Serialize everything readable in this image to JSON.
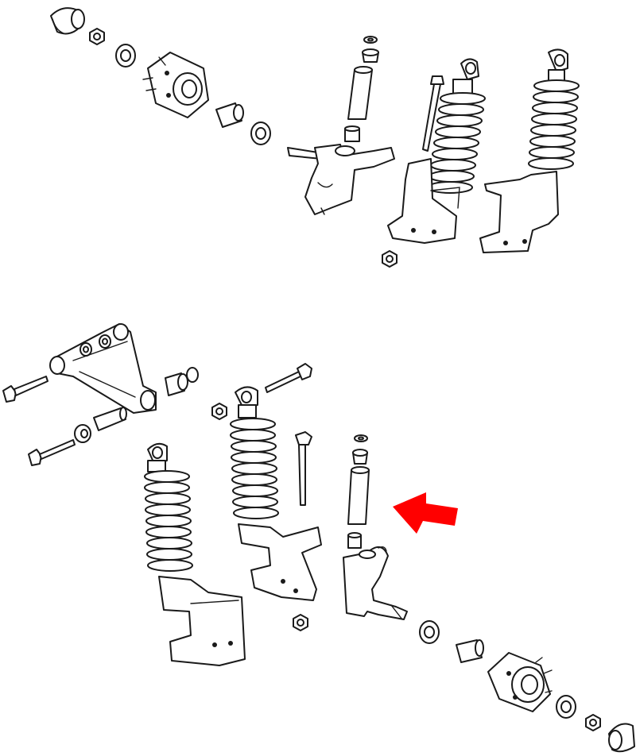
{
  "diagram": {
    "style": "exploded-view line drawing",
    "background": "#ffffff",
    "line_color": "#1a1a1a",
    "accent_color": "#ff0000",
    "assemblies": [
      {
        "name": "upper-front-suspension",
        "parts": [
          "dust-cap",
          "nut",
          "bearing",
          "wheel-hub",
          "spacer",
          "bearing",
          "spindle",
          "kingpin-washer",
          "kingpin-bushing",
          "kingpin-tube",
          "kingpin-bushing-lower",
          "shock-absorber",
          "long-bolt",
          "shock-absorber",
          "nut"
        ]
      },
      {
        "name": "lower-front-suspension",
        "parts": [
          "a-arm",
          "bolt",
          "bolt",
          "bolt",
          "bushing",
          "bushing",
          "bushing",
          "spacer",
          "nut",
          "shock-absorber",
          "shock-absorber",
          "long-bolt",
          "nut",
          "kingpin-washer",
          "kingpin-bushing",
          "kingpin-tube",
          "kingpin-bushing-lower",
          "spindle",
          "bearing",
          "spacer",
          "wheel-hub",
          "bearing",
          "nut",
          "dust-cap"
        ]
      }
    ],
    "callout": {
      "icon": "arrow-left-icon",
      "points_to": "kingpin-tube",
      "color": "#ff0000"
    }
  }
}
